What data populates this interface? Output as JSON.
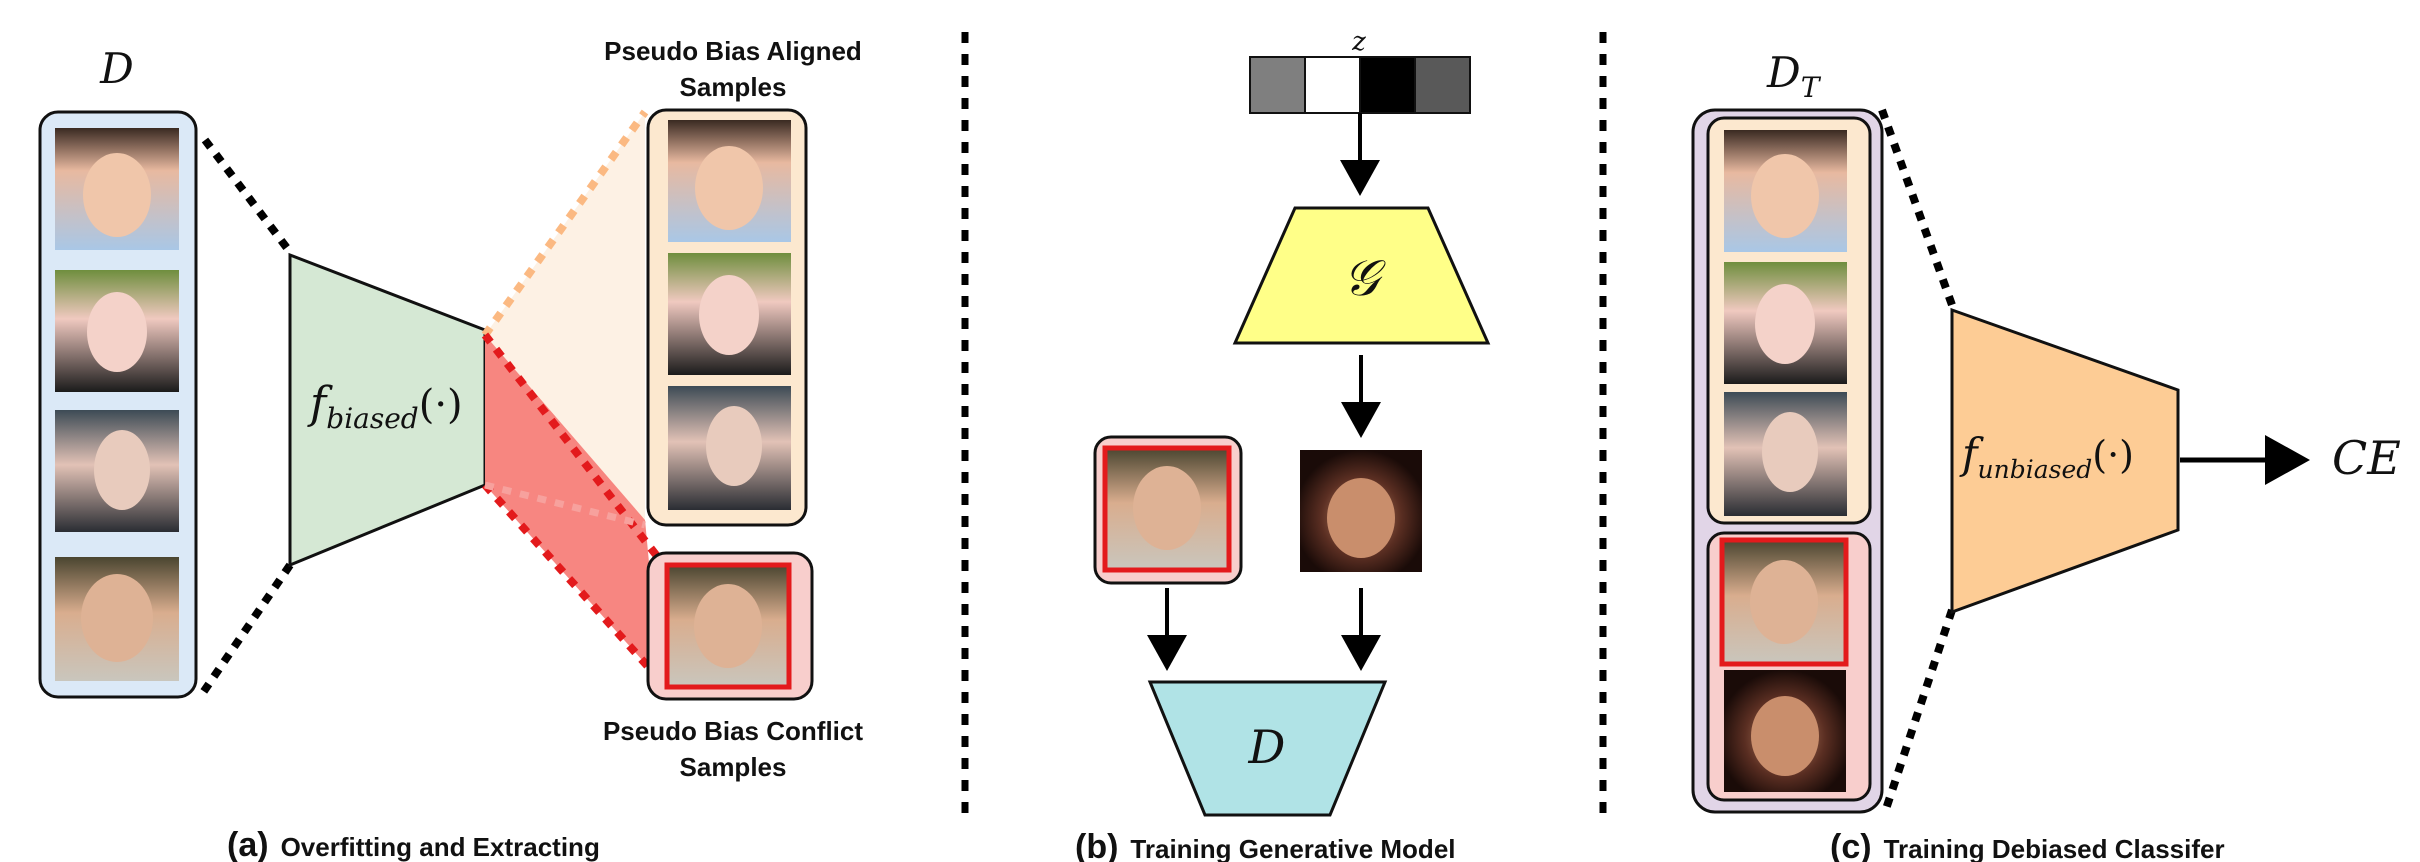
{
  "panel_a": {
    "dataset_label": "D",
    "model_label_f": "f",
    "model_label_sub": "biased",
    "model_label_arg": "(·)",
    "aligned_label_line1": "Pseudo Bias Aligned",
    "aligned_label_line2": "Samples",
    "conflict_label_line1": "Pseudo Bias Conflict",
    "conflict_label_line2": "Samples",
    "caption_letter": "(a)",
    "caption_text": "Overfitting and Extracting",
    "colors": {
      "dataset_box": "#dbe9f7",
      "model": "#d5e8d4",
      "aligned_box": "#fce8cf",
      "conflict_box": "#f8cecc",
      "aligned_fan": "#fdf1e4",
      "conflict_fan": "#f7807a",
      "conflict_frame": "#e31a1c"
    }
  },
  "panel_b": {
    "noise_label": "z",
    "noise_cells": [
      "#7f7f7f",
      "#ffffff",
      "#000000",
      "#595959"
    ],
    "generator_label": "𝒢",
    "discriminator_label": "D",
    "caption_letter": "(b)",
    "caption_text": "Training Generative Model",
    "colors": {
      "generator": "#ffff88",
      "discriminator": "#b0e3e6"
    }
  },
  "panel_c": {
    "dataset_label": "D",
    "dataset_sub": "T",
    "model_label_f": "f",
    "model_label_sub": "unbiased",
    "model_label_arg": "(·)",
    "loss_label": "CE",
    "caption_letter": "(c)",
    "caption_text": "Training Debiased Classifer",
    "colors": {
      "outer_box": "#e1d5e7",
      "aligned_box": "#fce8cf",
      "conflict_box": "#f8cecc",
      "model": "#fdcc95"
    }
  }
}
